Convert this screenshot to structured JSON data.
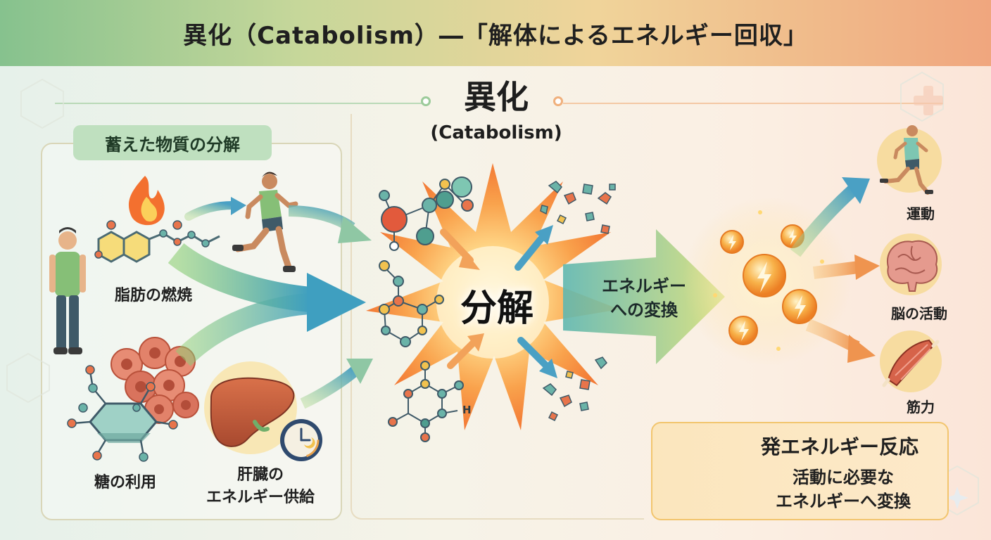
{
  "title": "異化（Catabolism）―「解体によるエネルギー回収」",
  "center": {
    "heading": "異化",
    "subheading": "(Catabolism)"
  },
  "left_panel": {
    "tag": "蓄えた物質の分解",
    "fat_label": "脂肪の燃焼",
    "sugar_label": "糖の利用",
    "liver_label_line1": "肝臓の",
    "liver_label_line2": "エネルギー供給"
  },
  "middle": {
    "burst_label": "分解",
    "convert_line1": "エネルギー",
    "convert_line2": "への変換",
    "molecule_atom_label": "H"
  },
  "outputs": [
    {
      "label": "運動",
      "icon": "runner-icon"
    },
    {
      "label": "脳の活動",
      "icon": "brain-icon"
    },
    {
      "label": "筋力",
      "icon": "muscle-icon"
    }
  ],
  "reaction_box": {
    "title": "発エネルギー反応",
    "desc_line1": "活動に必要な",
    "desc_line2": "エネルギーへ変換"
  },
  "colors": {
    "title_gradient": [
      "#86c28e",
      "#f0a67e"
    ],
    "arrow_teal": "#3f9fc0",
    "arrow_green": "#9fcf6a",
    "burst_orange": "#f5893a",
    "energy_orb": "#f7a43b"
  }
}
